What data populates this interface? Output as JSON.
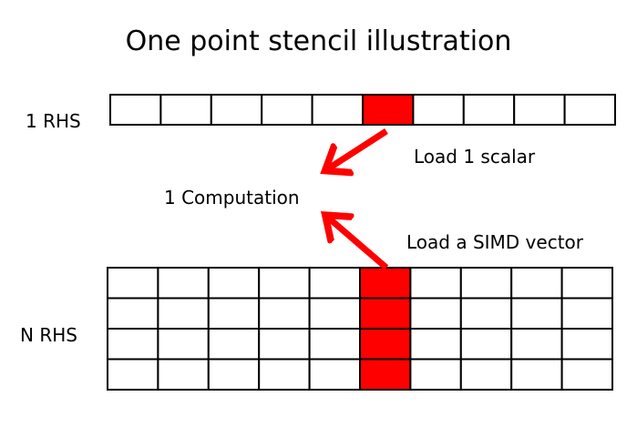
{
  "title": "One point stencil illustration",
  "labels": {
    "one_rhs": "1 RHS",
    "n_rhs": "N RHS",
    "computation": "1 Computation",
    "load_scalar": "Load 1 scalar",
    "load_vector": "Load a SIMD vector"
  },
  "grids": {
    "one_rhs": {
      "rows": 1,
      "cols": 10,
      "highlight_col": 5
    },
    "n_rhs": {
      "rows": 4,
      "cols": 10,
      "highlight_col": 5
    }
  },
  "colors": {
    "highlight": "#ff0000",
    "arrow": "#ff0000",
    "cell_border": "#000000",
    "cell_fill": "#ffffff"
  }
}
